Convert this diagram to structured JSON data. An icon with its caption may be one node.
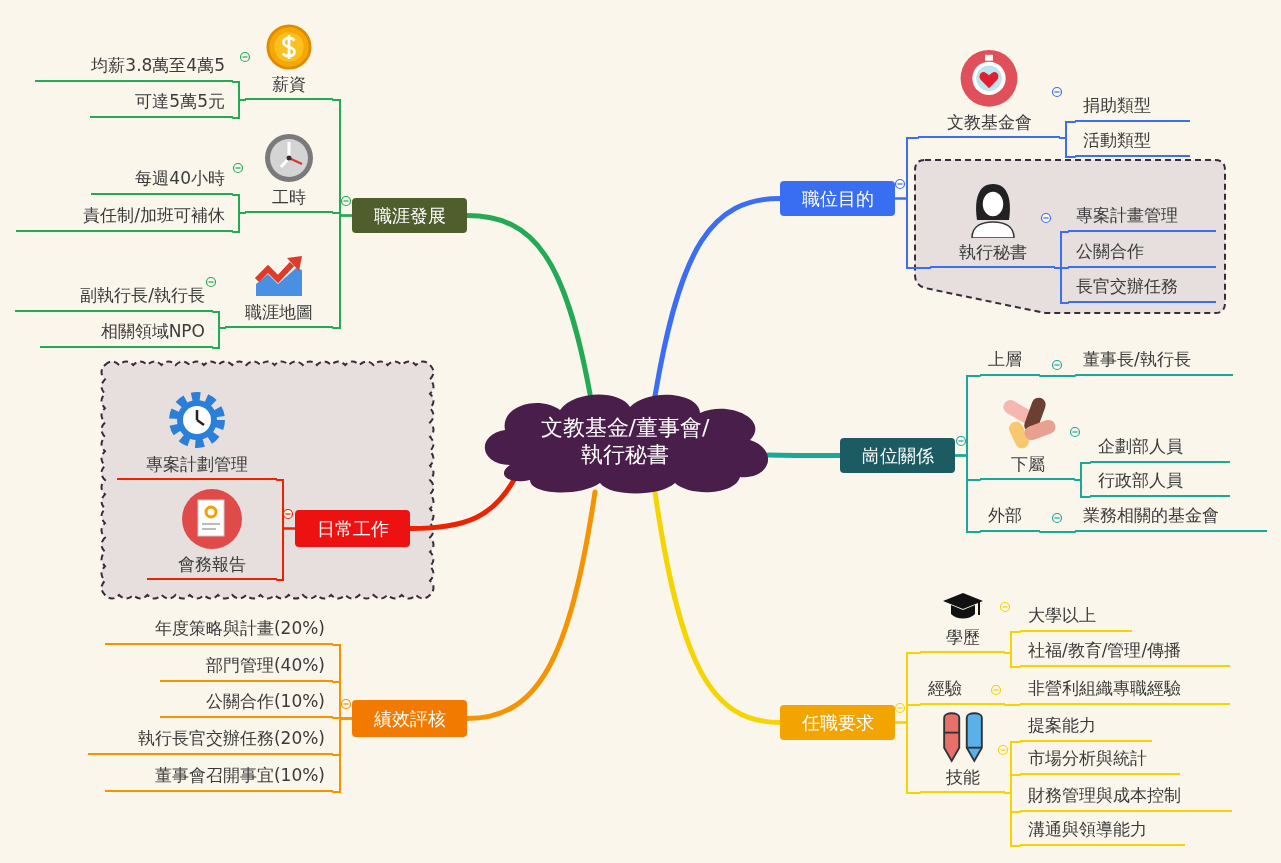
{
  "diagram": {
    "nodes": [
      {
        "text": [
          "文教基金/董事會/執行秘書"
        ]
      },
      {
        "text": [
          "職位目的"
        ]
      },
      {
        "text": [
          "文教基金會"
        ]
      },
      {
        "text": [
          "捐助類型"
        ]
      },
      {
        "text": [
          "活動類型"
        ]
      },
      {
        "text": [],
        "shape": "box"
      },
      {
        "text": [
          "執行秘書"
        ],
        "in": 5
      },
      {
        "text": [
          "專案計畫管理"
        ],
        "in": 5
      },
      {
        "text": [
          "公關合作"
        ],
        "in": 5
      },
      {
        "text": [
          "長官交辦任務"
        ],
        "in": 5
      },
      {
        "text": [
          "崗位關係"
        ]
      },
      {
        "text": [
          "上層"
        ]
      },
      {
        "text": [
          "董事長/執行長"
        ]
      },
      {
        "text": [
          "下屬"
        ]
      },
      {
        "text": [
          "企劃部人員"
        ]
      },
      {
        "text": [
          "行政部人員"
        ]
      },
      {
        "text": [
          "外部"
        ]
      },
      {
        "text": [
          "業務相關的基金會"
        ]
      },
      {
        "text": [
          "任職要求"
        ]
      },
      {
        "text": [
          "學歷"
        ]
      },
      {
        "text": [
          "大學以上"
        ]
      },
      {
        "text": [
          "社福/教育/管理/傳播"
        ]
      },
      {
        "text": [
          "經驗"
        ]
      },
      {
        "text": [
          "非營利組織專職經驗"
        ]
      },
      {
        "text": [
          "技能"
        ]
      },
      {
        "text": [
          "提案能力"
        ]
      },
      {
        "text": [
          "市場分析與統計"
        ]
      },
      {
        "text": [
          "財務管理與成本控制"
        ]
      },
      {
        "text": [
          "溝通與領導能力"
        ]
      },
      {
        "text": [
          "績效評核"
        ]
      },
      {
        "text": [
          "年度策略與計畫(20%)"
        ]
      },
      {
        "text": [
          "部門管理(40%)"
        ]
      },
      {
        "text": [
          "公關合作(10%)"
        ]
      },
      {
        "text": [
          "執行長官交辦任務(20%)"
        ]
      },
      {
        "text": [
          "董事會召開事宜(10%)"
        ]
      },
      {
        "text": [],
        "shape": "cloud"
      },
      {
        "text": [
          "日常工作"
        ],
        "in": 35
      },
      {
        "text": [
          "專案計劃管理"
        ],
        "in": 35
      },
      {
        "text": [
          "會務報告"
        ],
        "in": 35
      },
      {
        "text": [
          "職涯發展"
        ]
      },
      {
        "text": [
          "薪資"
        ]
      },
      {
        "text": [
          "均薪3.8萬至4萬5"
        ]
      },
      {
        "text": [
          "可達5萬5元"
        ]
      },
      {
        "text": [
          "工時"
        ]
      },
      {
        "text": [
          "每週40小時"
        ]
      },
      {
        "text": [
          "責任制/加班可補休"
        ]
      },
      {
        "text": [
          "職涯地圖"
        ]
      },
      {
        "text": [
          "副執行長/執行長"
        ]
      },
      {
        "text": [
          "相關領域NPO"
        ]
      }
    ],
    "edges": [
      {
        "from": 0,
        "to": 1,
        "arrow": "none",
        "style": "thick",
        "color": "#3b6ef5"
      },
      {
        "from": 0,
        "to": 10,
        "arrow": "none",
        "style": "thick",
        "color": "#1aa898"
      },
      {
        "from": 0,
        "to": 18,
        "arrow": "none",
        "style": "thick",
        "color": "#f5d400"
      },
      {
        "from": 0,
        "to": 29,
        "arrow": "none",
        "style": "thick",
        "color": "#f59300"
      },
      {
        "from": 0,
        "to": 36,
        "arrow": "none",
        "style": "thick",
        "color": "#ee2200"
      },
      {
        "from": 0,
        "to": 39,
        "arrow": "none",
        "style": "thick",
        "color": "#22aa55"
      },
      {
        "from": 1,
        "to": 2,
        "arrow": "none",
        "color": "#3b6ef5"
      },
      {
        "from": 1,
        "to": 6,
        "arrow": "none",
        "color": "#3b6ef5"
      },
      {
        "from": 2,
        "to": 3,
        "arrow": "none",
        "color": "#3b6ef5"
      },
      {
        "from": 2,
        "to": 4,
        "arrow": "none",
        "color": "#3b6ef5"
      },
      {
        "from": 6,
        "to": 7,
        "arrow": "none",
        "color": "#3b6ef5"
      },
      {
        "from": 6,
        "to": 8,
        "arrow": "none",
        "color": "#3b6ef5"
      },
      {
        "from": 6,
        "to": 9,
        "arrow": "none",
        "color": "#3b6ef5"
      },
      {
        "from": 10,
        "to": 11,
        "arrow": "none",
        "color": "#1aa898"
      },
      {
        "from": 10,
        "to": 13,
        "arrow": "none",
        "color": "#1aa898"
      },
      {
        "from": 10,
        "to": 16,
        "arrow": "none",
        "color": "#1aa898"
      },
      {
        "from": 11,
        "to": 12,
        "arrow": "none",
        "color": "#1aa898"
      },
      {
        "from": 13,
        "to": 14,
        "arrow": "none",
        "color": "#1aa898"
      },
      {
        "from": 13,
        "to": 15,
        "arrow": "none",
        "color": "#1aa898"
      },
      {
        "from": 16,
        "to": 17,
        "arrow": "none",
        "color": "#1aa898"
      },
      {
        "from": 18,
        "to": 19,
        "arrow": "none",
        "color": "#f5d400"
      },
      {
        "from": 18,
        "to": 22,
        "arrow": "none",
        "color": "#f5d400"
      },
      {
        "from": 18,
        "to": 24,
        "arrow": "none",
        "color": "#f5d400"
      },
      {
        "from": 19,
        "to": 20,
        "arrow": "none",
        "color": "#f5d400"
      },
      {
        "from": 19,
        "to": 21,
        "arrow": "none",
        "color": "#f5d400"
      },
      {
        "from": 22,
        "to": 23,
        "arrow": "none",
        "color": "#f5d400"
      },
      {
        "from": 24,
        "to": 25,
        "arrow": "none",
        "color": "#f5d400"
      },
      {
        "from": 24,
        "to": 26,
        "arrow": "none",
        "color": "#f5d400"
      },
      {
        "from": 24,
        "to": 27,
        "arrow": "none",
        "color": "#f5d400"
      },
      {
        "from": 24,
        "to": 28,
        "arrow": "none",
        "color": "#f5d400"
      },
      {
        "from": 29,
        "to": 30,
        "arrow": "none",
        "color": "#f59300"
      },
      {
        "from": 29,
        "to": 31,
        "arrow": "none",
        "color": "#f59300"
      },
      {
        "from": 29,
        "to": 32,
        "arrow": "none",
        "color": "#f59300"
      },
      {
        "from": 29,
        "to": 33,
        "arrow": "none",
        "color": "#f59300"
      },
      {
        "from": 29,
        "to": 34,
        "arrow": "none",
        "color": "#f59300"
      },
      {
        "from": 36,
        "to": 37,
        "arrow": "none",
        "color": "#ee2200"
      },
      {
        "from": 36,
        "to": 38,
        "arrow": "none",
        "color": "#ee2200"
      },
      {
        "from": 39,
        "to": 40,
        "arrow": "none",
        "color": "#22aa55"
      },
      {
        "from": 39,
        "to": 43,
        "arrow": "none",
        "color": "#22aa55"
      },
      {
        "from": 39,
        "to": 46,
        "arrow": "none",
        "color": "#22aa55"
      },
      {
        "from": 40,
        "to": 41,
        "arrow": "none",
        "color": "#22aa55"
      },
      {
        "from": 40,
        "to": 42,
        "arrow": "none",
        "color": "#22aa55"
      },
      {
        "from": 43,
        "to": 44,
        "arrow": "none",
        "color": "#22aa55"
      },
      {
        "from": 43,
        "to": 45,
        "arrow": "none",
        "color": "#22aa55"
      },
      {
        "from": 46,
        "to": 47,
        "arrow": "none",
        "color": "#22aa55"
      },
      {
        "from": 46,
        "to": 48,
        "arrow": "none",
        "color": "#22aa55"
      }
    ]
  }
}
